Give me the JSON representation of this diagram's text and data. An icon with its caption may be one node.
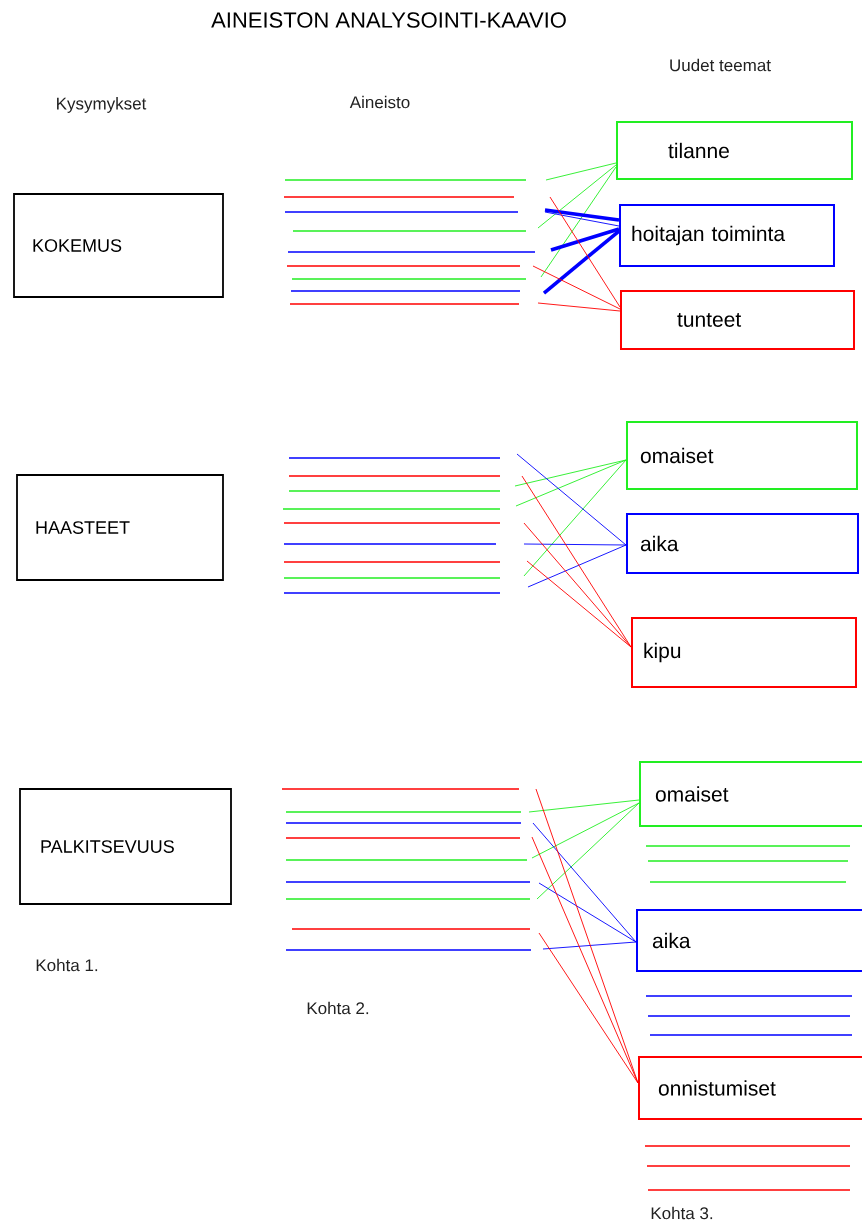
{
  "diagram": {
    "title": "AINEISTON ANALYSOINTI-KAAVIO",
    "nodes": [
      {
        "text": [
          "KOKEMUS"
        ]
      },
      {
        "text": [
          "HAASTEET"
        ]
      },
      {
        "text": [
          "PALKITSEVUUS"
        ]
      },
      {
        "text": [
          "tilanne"
        ]
      },
      {
        "text": [
          "hoitajan toiminta"
        ]
      },
      {
        "text": [
          "tunteet"
        ]
      },
      {
        "text": [
          "omaiset"
        ]
      },
      {
        "text": [
          "aika"
        ]
      },
      {
        "text": [
          "kipu"
        ]
      },
      {
        "text": [
          "omaiset"
        ]
      },
      {
        "text": [
          "aika"
        ]
      },
      {
        "text": [
          "onnistumiset"
        ]
      }
    ],
    "edges": [
      {
        "from": null,
        "to": 3,
        "arrow": "none",
        "color": "#22ee22"
      },
      {
        "from": null,
        "to": 3,
        "arrow": "none",
        "color": "#22ee22"
      },
      {
        "from": null,
        "to": 3,
        "arrow": "none",
        "color": "#22ee22"
      },
      {
        "from": null,
        "to": 4,
        "arrow": "none",
        "color": "#0000ff",
        "style": "thick"
      },
      {
        "from": null,
        "to": 4,
        "arrow": "none",
        "color": "#0000ff"
      },
      {
        "from": null,
        "to": 4,
        "arrow": "none",
        "color": "#0000ff",
        "style": "thick"
      },
      {
        "from": null,
        "to": 4,
        "arrow": "none",
        "color": "#0000ff",
        "style": "thick"
      },
      {
        "from": null,
        "to": 5,
        "arrow": "none",
        "color": "#ff0000"
      },
      {
        "from": null,
        "to": 5,
        "arrow": "none",
        "color": "#ff0000"
      },
      {
        "from": null,
        "to": 5,
        "arrow": "none",
        "color": "#ff0000"
      },
      {
        "from": null,
        "to": 6,
        "arrow": "none",
        "color": "#22ee22"
      },
      {
        "from": null,
        "to": 6,
        "arrow": "none",
        "color": "#22ee22"
      },
      {
        "from": null,
        "to": 6,
        "arrow": "none",
        "color": "#22ee22"
      },
      {
        "from": null,
        "to": 7,
        "arrow": "none",
        "color": "#0000ff"
      },
      {
        "from": null,
        "to": 7,
        "arrow": "none",
        "color": "#0000ff"
      },
      {
        "from": null,
        "to": 7,
        "arrow": "none",
        "color": "#0000ff"
      },
      {
        "from": null,
        "to": 8,
        "arrow": "none",
        "color": "#ff0000"
      },
      {
        "from": null,
        "to": 8,
        "arrow": "none",
        "color": "#ff0000"
      },
      {
        "from": null,
        "to": 8,
        "arrow": "none",
        "color": "#ff0000"
      },
      {
        "from": null,
        "to": 9,
        "arrow": "none",
        "color": "#22ee22"
      },
      {
        "from": null,
        "to": 9,
        "arrow": "none",
        "color": "#22ee22"
      },
      {
        "from": null,
        "to": 9,
        "arrow": "none",
        "color": "#22ee22"
      },
      {
        "from": null,
        "to": 10,
        "arrow": "none",
        "color": "#0000ff"
      },
      {
        "from": null,
        "to": 10,
        "arrow": "none",
        "color": "#0000ff"
      },
      {
        "from": null,
        "to": 10,
        "arrow": "none",
        "color": "#0000ff"
      },
      {
        "from": null,
        "to": 11,
        "arrow": "none",
        "color": "#ff0000"
      },
      {
        "from": null,
        "to": 11,
        "arrow": "none",
        "color": "#ff0000"
      },
      {
        "from": null,
        "to": 11,
        "arrow": "none",
        "color": "#ff0000"
      }
    ],
    "labels": [
      "Uudet teemat",
      "Kysymykset",
      "Aineisto",
      "Kohta 1.",
      "Kohta 2.",
      "Kohta 3."
    ]
  }
}
